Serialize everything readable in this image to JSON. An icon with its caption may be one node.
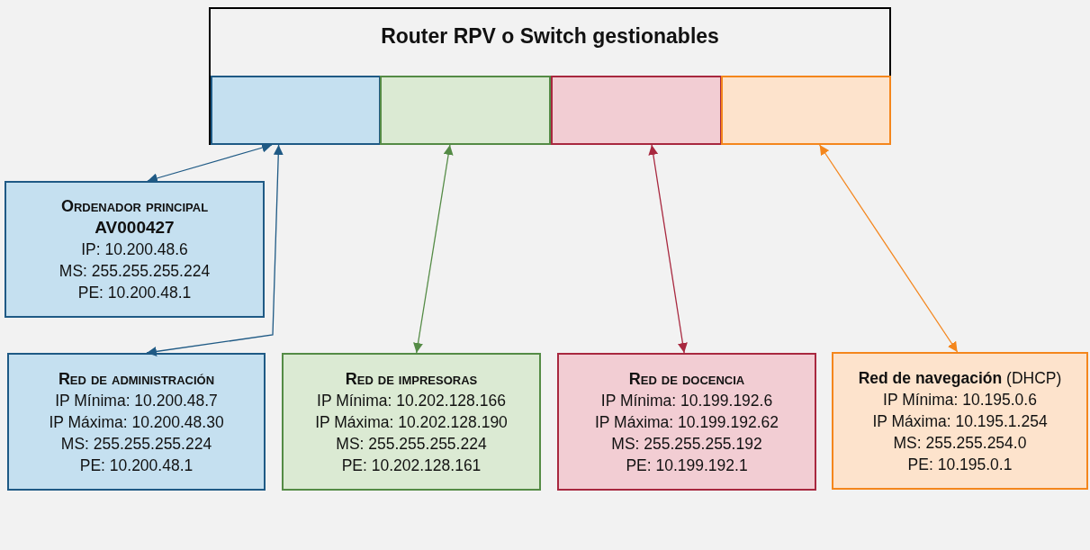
{
  "diagram": {
    "nodes": [
      {
        "text": [
          "Router RPV o Switch gestionables"
        ]
      },
      {
        "text": [],
        "shape": "box",
        "in": 0
      },
      {
        "text": [],
        "shape": "box",
        "in": 0
      },
      {
        "text": [],
        "shape": "box",
        "in": 0
      },
      {
        "text": [],
        "shape": "box",
        "in": 0
      },
      {
        "text": [
          "Ordenador principal",
          "AV000427",
          "IP: 10.200.48.6",
          "MS: 255.255.255.224",
          "PE: 10.200.48.1"
        ]
      },
      {
        "text": [
          "Red de administración",
          "IP Mínima: 10.200.48.7",
          "IP Máxima: 10.200.48.30",
          "MS: 255.255.255.224",
          "PE: 10.200.48.1"
        ]
      },
      {
        "text": [
          "Red de impresoras",
          "IP Mínima: 10.202.128.166",
          "IP Máxima: 10.202.128.190",
          "MS: 255.255.255.224",
          "PE: 10.202.128.161"
        ]
      },
      {
        "text": [
          "Red de docencia",
          "IP Mínima: 10.199.192.6",
          "IP Máxima: 10.199.192.62",
          "MS: 255.255.255.192",
          "PE: 10.199.192.1"
        ]
      },
      {
        "text": [
          "**Red de navegación** (DHCP)",
          "IP Mínima: 10.195.0.6",
          "IP Máxima: 10.195.1.254",
          "MS: 255.255.254.0",
          "PE: 10.195.0.1"
        ]
      }
    ],
    "edges": [
      {
        "from": 1,
        "to": 5,
        "arrow": "both",
        "color": "#1f5a85"
      },
      {
        "from": 1,
        "to": 6,
        "arrow": "both",
        "color": "#1f5a85"
      },
      {
        "from": 2,
        "to": 7,
        "arrow": "both",
        "color": "#548b45"
      },
      {
        "from": 3,
        "to": 8,
        "arrow": "both",
        "color": "#a8283f"
      },
      {
        "from": 4,
        "to": 9,
        "arrow": "both",
        "color": "#f4861c"
      }
    ]
  }
}
